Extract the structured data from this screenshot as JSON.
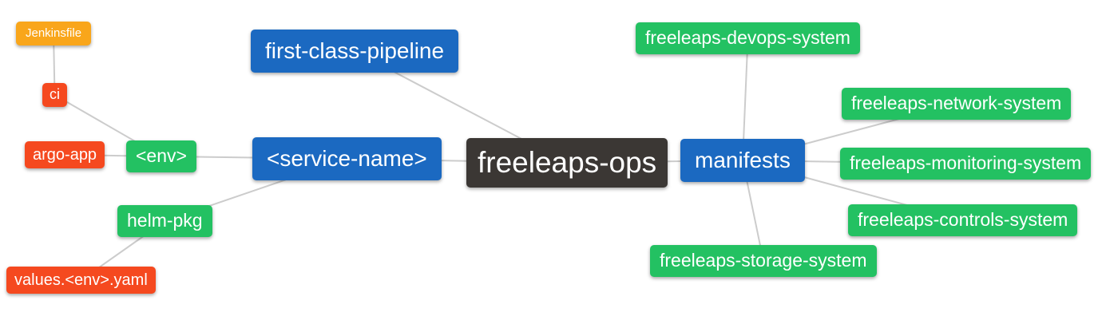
{
  "diagram": {
    "type": "mindmap",
    "background": "#ffffff",
    "edge_color": "#cccccc",
    "edge_width": 2,
    "palette": {
      "blue": "#1B69C1",
      "green": "#23C162",
      "red": "#F5491F",
      "amber": "#F9A61B",
      "dark": "#3B3734"
    },
    "nodes": {
      "freeleaps_ops": {
        "label": "freeleaps-ops",
        "color": "dark",
        "role": "root"
      },
      "first_class_pipeline": {
        "label": "first-class-pipeline",
        "color": "blue",
        "role": "branch"
      },
      "service_name": {
        "label": "<service-name>",
        "color": "blue",
        "role": "branch"
      },
      "manifests": {
        "label": "manifests",
        "color": "blue",
        "role": "branch"
      },
      "env": {
        "label": "<env>",
        "color": "green",
        "role": "sub-branch"
      },
      "helm_pkg": {
        "label": "helm-pkg",
        "color": "green",
        "role": "sub-branch"
      },
      "ci": {
        "label": "ci",
        "color": "red",
        "role": "leaf"
      },
      "argo_app": {
        "label": "argo-app",
        "color": "red",
        "role": "leaf"
      },
      "jenkinsfile": {
        "label": "Jenkinsfile",
        "color": "amber",
        "role": "leaf"
      },
      "values_env_yaml": {
        "label": "values.<env>.yaml",
        "color": "red",
        "role": "leaf"
      },
      "freeleaps_devops_system": {
        "label": "freeleaps-devops-system",
        "color": "green",
        "role": "leaf"
      },
      "freeleaps_network_system": {
        "label": "freeleaps-network-system",
        "color": "green",
        "role": "leaf"
      },
      "freeleaps_monitoring_system": {
        "label": "freeleaps-monitoring-system",
        "color": "green",
        "role": "leaf"
      },
      "freeleaps_controls_system": {
        "label": "freeleaps-controls-system",
        "color": "green",
        "role": "leaf"
      },
      "freeleaps_storage_system": {
        "label": "freeleaps-storage-system",
        "color": "green",
        "role": "leaf"
      }
    },
    "edges": [
      [
        "jenkinsfile",
        "ci"
      ],
      [
        "ci",
        "env"
      ],
      [
        "argo_app",
        "env"
      ],
      [
        "env",
        "service_name"
      ],
      [
        "helm_pkg",
        "service_name"
      ],
      [
        "values_env_yaml",
        "helm_pkg"
      ],
      [
        "first_class_pipeline",
        "freeleaps_ops"
      ],
      [
        "service_name",
        "freeleaps_ops"
      ],
      [
        "freeleaps_ops",
        "manifests"
      ],
      [
        "manifests",
        "freeleaps_devops_system"
      ],
      [
        "manifests",
        "freeleaps_network_system"
      ],
      [
        "manifests",
        "freeleaps_monitoring_system"
      ],
      [
        "manifests",
        "freeleaps_controls_system"
      ],
      [
        "manifests",
        "freeleaps_storage_system"
      ]
    ]
  }
}
